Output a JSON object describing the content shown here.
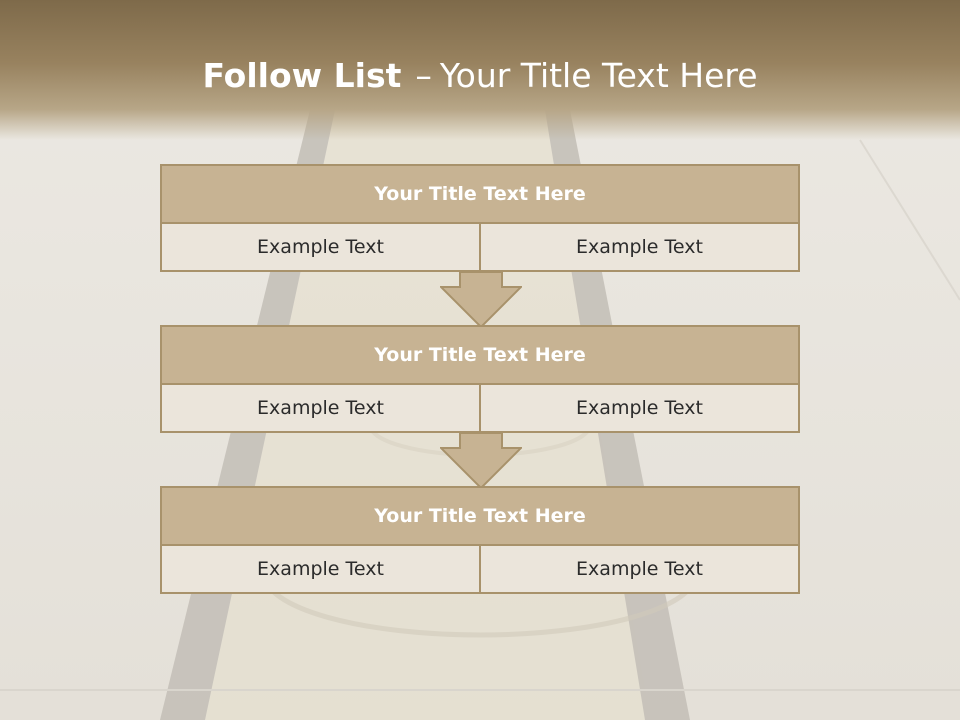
{
  "slide": {
    "title_bold": "Follow List",
    "title_dash": "–",
    "title_rest": "Your Title Text Here"
  },
  "blocks": [
    {
      "title": "Your Title Text Here",
      "left": "Example Text",
      "right": "Example Text"
    },
    {
      "title": "Your Title Text Here",
      "left": "Example Text",
      "right": "Example Text"
    },
    {
      "title": "Your Title Text Here",
      "left": "Example Text",
      "right": "Example Text"
    }
  ],
  "colors": {
    "header_fill": "#c7b393",
    "cell_fill": "#ebe5db",
    "border": "#a8926b",
    "top_band": "#7e6a4a"
  },
  "icons": [
    "down-arrow-icon"
  ]
}
